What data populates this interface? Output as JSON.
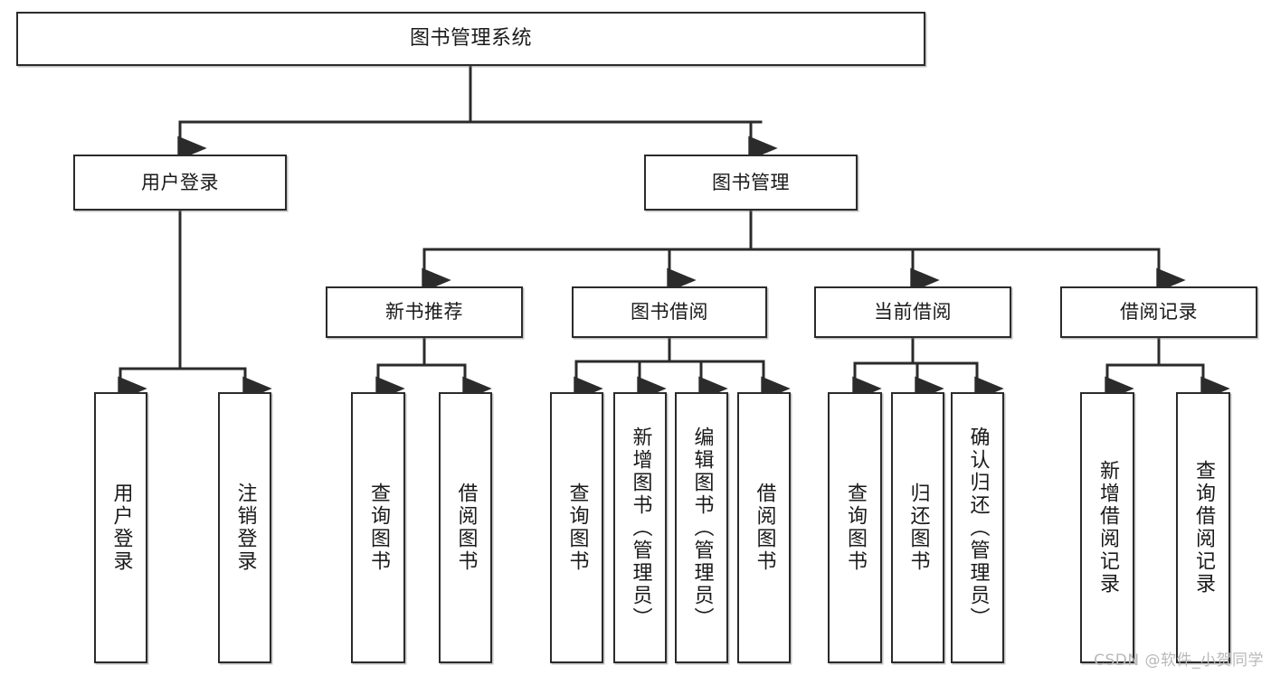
{
  "diagram": {
    "title": "图书管理系统",
    "type": "tree-hierarchy",
    "watermark": "CSDN @软件_小贺同学",
    "colors": {
      "stroke": "#2b2b2b",
      "fill": "#ffffff",
      "text": "#1a1a1a",
      "watermark": "#b9b9b9"
    },
    "root": {
      "id": "root",
      "label": "图书管理系统"
    },
    "level2": [
      {
        "id": "user-login",
        "label": "用户登录"
      },
      {
        "id": "book-management",
        "label": "图书管理"
      }
    ],
    "level3": [
      {
        "id": "new-book-recommend",
        "label": "新书推荐",
        "parent": "book-management"
      },
      {
        "id": "book-borrow",
        "label": "图书借阅",
        "parent": "book-management"
      },
      {
        "id": "current-borrow",
        "label": "当前借阅",
        "parent": "book-management"
      },
      {
        "id": "borrow-record",
        "label": "借阅记录",
        "parent": "book-management"
      }
    ],
    "leaves": [
      {
        "id": "leaf-user-login",
        "label": "用户登录",
        "parent": "user-login"
      },
      {
        "id": "leaf-user-logout",
        "label": "注销登录",
        "parent": "user-login"
      },
      {
        "id": "leaf-query-book-1",
        "label": "查询图书",
        "parent": "new-book-recommend"
      },
      {
        "id": "leaf-borrow-book-1",
        "label": "借阅图书",
        "parent": "new-book-recommend"
      },
      {
        "id": "leaf-query-book-2",
        "label": "查询图书",
        "parent": "book-borrow"
      },
      {
        "id": "leaf-add-book",
        "label": "新增图书（管理员）",
        "parent": "book-borrow"
      },
      {
        "id": "leaf-edit-book",
        "label": "编辑图书（管理员）",
        "parent": "book-borrow"
      },
      {
        "id": "leaf-borrow-book-2",
        "label": "借阅图书",
        "parent": "book-borrow"
      },
      {
        "id": "leaf-query-book-3",
        "label": "查询图书",
        "parent": "current-borrow"
      },
      {
        "id": "leaf-return-book",
        "label": "归还图书",
        "parent": "current-borrow"
      },
      {
        "id": "leaf-confirm-return",
        "label": "确认归还（管理员）",
        "parent": "current-borrow"
      },
      {
        "id": "leaf-add-record",
        "label": "新增借阅记录",
        "parent": "borrow-record"
      },
      {
        "id": "leaf-query-record",
        "label": "查询借阅记录",
        "parent": "borrow-record"
      }
    ]
  }
}
